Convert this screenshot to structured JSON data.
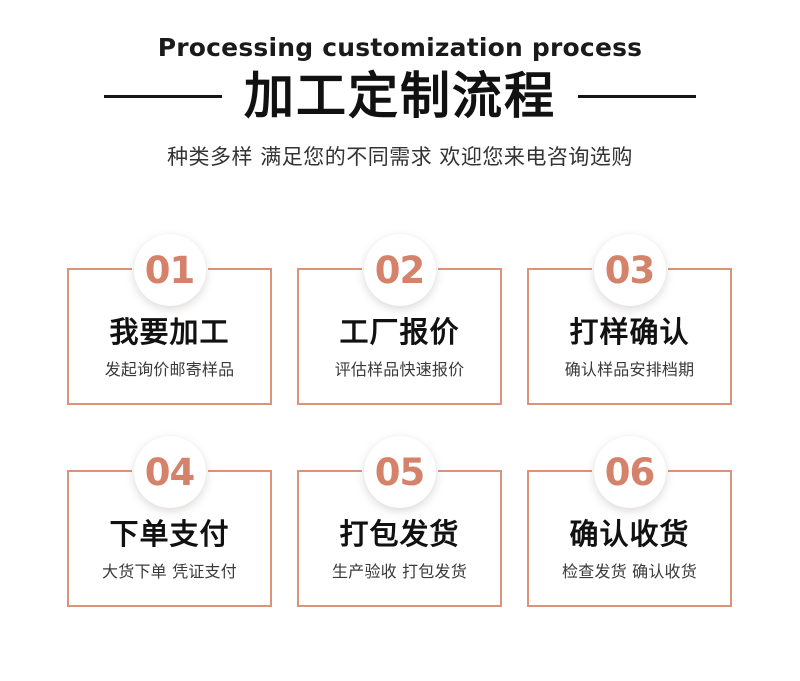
{
  "header": {
    "eyebrow": "Processing customization process",
    "title": "加工定制流程",
    "subtitle": "种类多样 满足您的不同需求 欢迎您来电咨询选购"
  },
  "theme": {
    "accent": "#d4826a",
    "border": "#dd9377",
    "text": "#111111",
    "background": "#ffffff"
  },
  "steps": [
    {
      "number": "01",
      "title": "我要加工",
      "desc": "发起询价邮寄样品"
    },
    {
      "number": "02",
      "title": "工厂报价",
      "desc": "评估样品快速报价"
    },
    {
      "number": "03",
      "title": "打样确认",
      "desc": "确认样品安排档期"
    },
    {
      "number": "04",
      "title": "下单支付",
      "desc": "大货下单 凭证支付"
    },
    {
      "number": "05",
      "title": "打包发货",
      "desc": "生产验收 打包发货"
    },
    {
      "number": "06",
      "title": "确认收货",
      "desc": "检查发货 确认收货"
    }
  ]
}
